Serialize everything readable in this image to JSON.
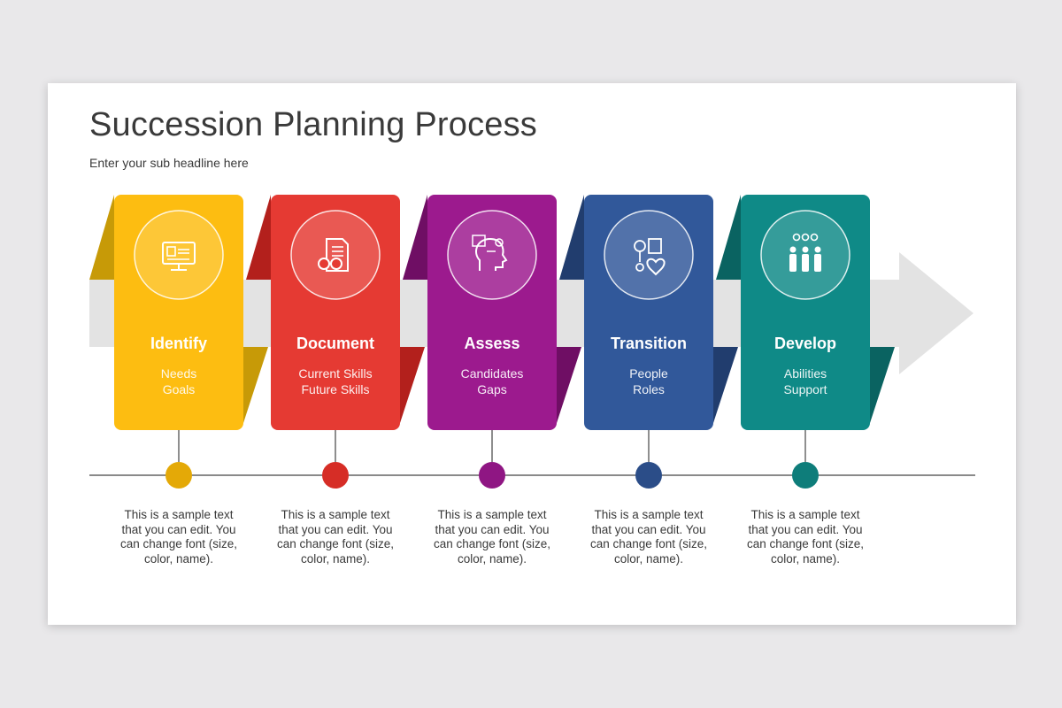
{
  "title": "Succession Planning Process",
  "subtitle": "Enter your sub headline here",
  "steps": [
    {
      "title": "Identify",
      "lines": [
        "Needs",
        "Goals"
      ],
      "icon": "computer-profile-icon",
      "color": "#fdbd11",
      "fold": "#c79a07",
      "dot": "#e4a907",
      "description": "This is a sample text that you can edit. You can change font (size, color, name)."
    },
    {
      "title": "Document",
      "lines": [
        "Current Skills",
        "Future Skills"
      ],
      "icon": "document-glasses-icon",
      "color": "#e53a33",
      "fold": "#b3201c",
      "dot": "#d62d26",
      "description": "This is a sample text that you can edit. You can change font (size, color, name)."
    },
    {
      "title": "Assess",
      "lines": [
        "Candidates",
        "Gaps"
      ],
      "icon": "head-thinking-icon",
      "color": "#9c1a8e",
      "fold": "#6f0e64",
      "dot": "#8f1683",
      "description": "This is a sample text that you can edit. You can change font (size, color, name)."
    },
    {
      "title": "Transition",
      "lines": [
        "People",
        "Roles"
      ],
      "icon": "idea-heart-icon",
      "color": "#31589a",
      "fold": "#213d6e",
      "dot": "#2b4d88",
      "description": "This is a sample text that you can edit. You can change font (size, color, name)."
    },
    {
      "title": "Develop",
      "lines": [
        "Abilities",
        "Support"
      ],
      "icon": "team-gears-icon",
      "color": "#0f8a87",
      "fold": "#0a6361",
      "dot": "#0e7d7a",
      "description": "This is a sample text that you can edit. You can change font (size, color, name)."
    }
  ]
}
